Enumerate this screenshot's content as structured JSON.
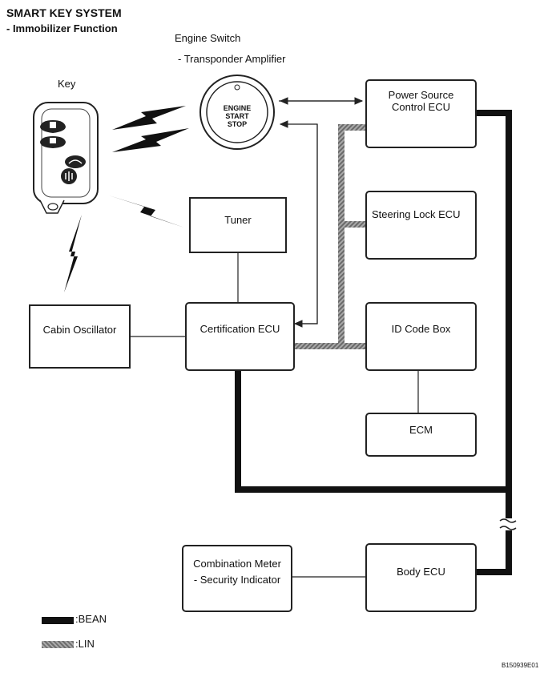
{
  "header": {
    "title": "SMART KEY SYSTEM",
    "subtitle": "- Immobilizer Function"
  },
  "engine_switch": {
    "title": "Engine Switch",
    "subtitle": "- Transponder Amplifier",
    "button_line1": "ENGINE",
    "button_line2": "START",
    "button_line3": "STOP"
  },
  "key": {
    "label": "Key"
  },
  "boxes": {
    "power_source_line1": "Power Source",
    "power_source_line2": "Control ECU",
    "steering_lock": "Steering Lock ECU",
    "tuner": "Tuner",
    "cabin_oscillator": "Cabin Oscillator",
    "certification": "Certification ECU",
    "id_code_box": "ID Code Box",
    "ecm": "ECM",
    "combination_meter_line1": "Combination Meter",
    "combination_meter_line2": "- Security Indicator",
    "body_ecu": "Body ECU"
  },
  "legend": {
    "bean": ":BEAN",
    "lin": ":LIN"
  },
  "figure_code": "B150939E01",
  "colors": {
    "bean": "#111111",
    "lin": "#8a8a8a",
    "outline": "#222222"
  },
  "icons": [
    "lock-icon",
    "unlock-icon",
    "trunk-icon",
    "panic-icon",
    "key-blade-icon",
    "lightning-signal-icon",
    "arrow-icon",
    "line-break-icon"
  ]
}
